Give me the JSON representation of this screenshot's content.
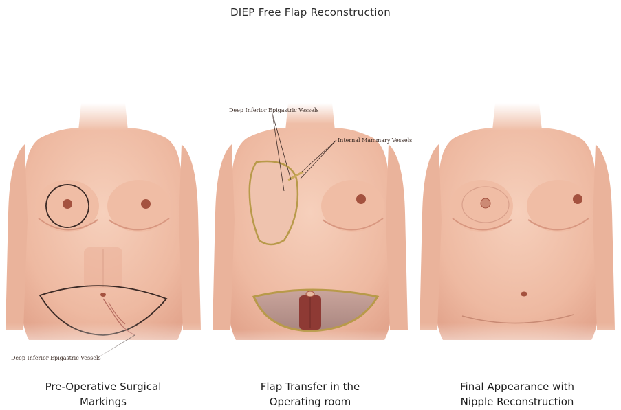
{
  "title": "DIEP Free Flap Reconstruction",
  "colors": {
    "skin": "#f1c0a8",
    "skin_shadow": "#dc9c86",
    "nipple": "#a4523f",
    "marking": "#3b2a26",
    "flap_interior": "#8e3a34",
    "vessel": "#b56a5e"
  },
  "panels": [
    {
      "caption_line1": "Pre-Operative Surgical",
      "caption_line2": "Markings",
      "annotations": [
        "Deep Inferior Epigastric Vessels"
      ]
    },
    {
      "caption_line1": "Flap Transfer in the",
      "caption_line2": "Operating room",
      "annotations": [
        "Deep Inferior Epigastric Vessels",
        "Internal Mammary Vessels"
      ]
    },
    {
      "caption_line1": "Final Appearance with",
      "caption_line2": "Nipple Reconstruction",
      "annotations": []
    }
  ]
}
